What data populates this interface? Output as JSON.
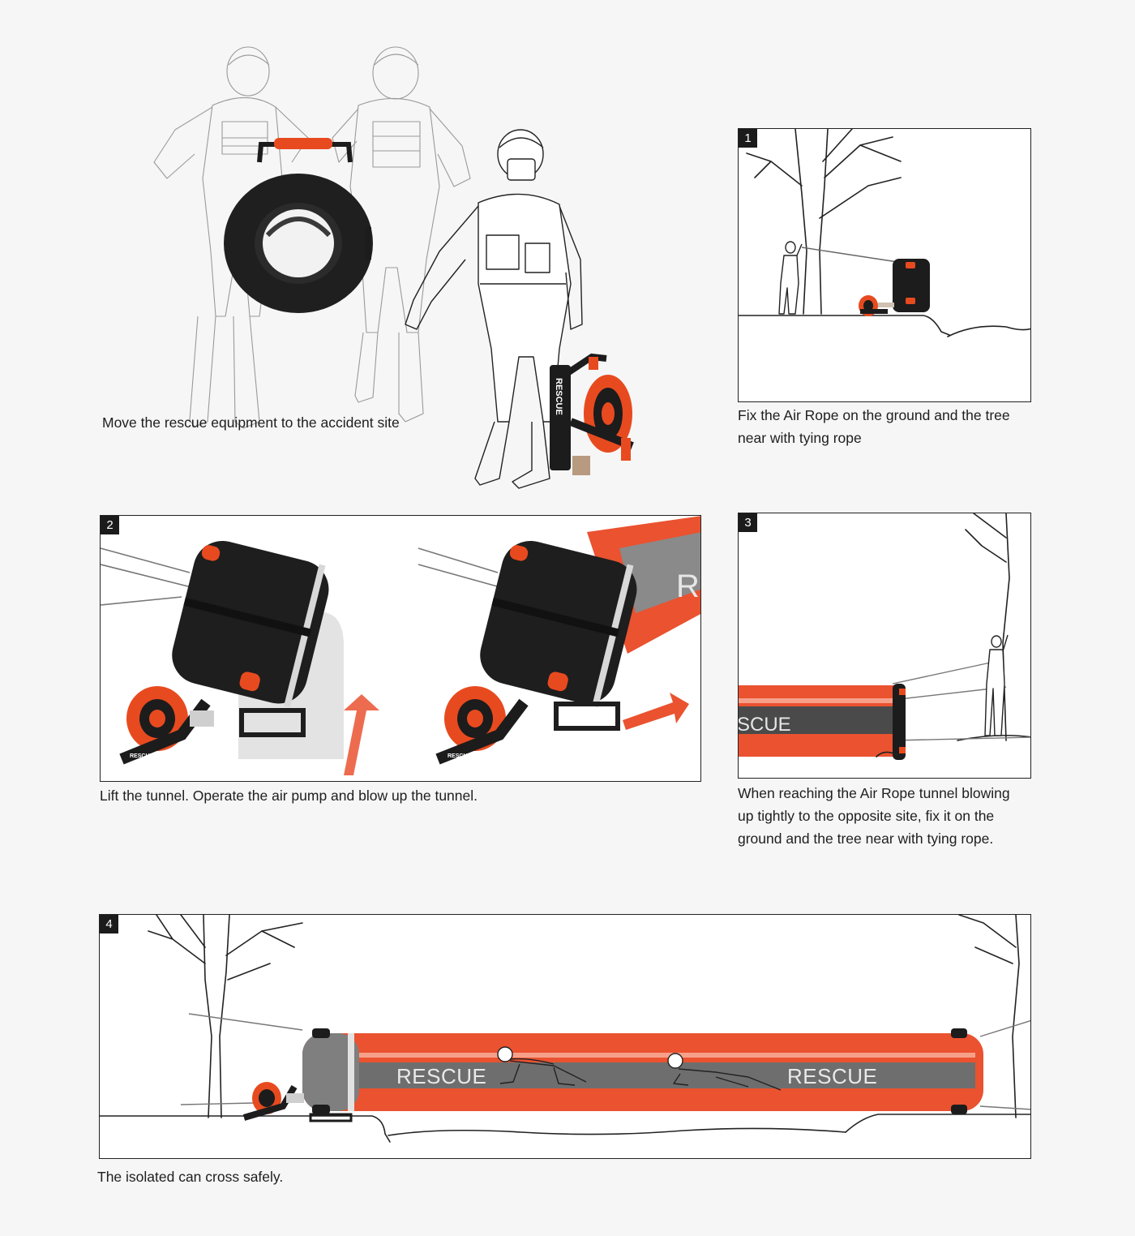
{
  "colors": {
    "accent": "#e84a1f",
    "tube_orange": "#ea5230",
    "band_grey": "#7d7d7d",
    "device_black": "#1c1c1c"
  },
  "intro": {
    "caption": "Move the rescue equipment to the accident site",
    "reel_label": "RESCUE"
  },
  "steps": [
    {
      "number": "1",
      "caption_lines": [
        "Fix the Air Rope on the ground and the tree",
        "near with tying rope"
      ]
    },
    {
      "number": "2",
      "caption_lines": [
        "Lift the tunnel. Operate the air pump and blow up the tunnel."
      ],
      "pump_label_left": "RESCUE",
      "pump_label_right": "RESCUE",
      "tube_letter": "R"
    },
    {
      "number": "3",
      "caption_lines": [
        "When reaching the Air Rope tunnel blowing",
        "up tightly to the opposite site, fix it on the",
        "ground and the tree near with tying rope."
      ],
      "tube_label": "SCUE"
    },
    {
      "number": "4",
      "caption_lines": [
        "The isolated can cross safely."
      ],
      "tube_label_left": "RESCUE",
      "tube_label_right": "RESCUE"
    }
  ]
}
